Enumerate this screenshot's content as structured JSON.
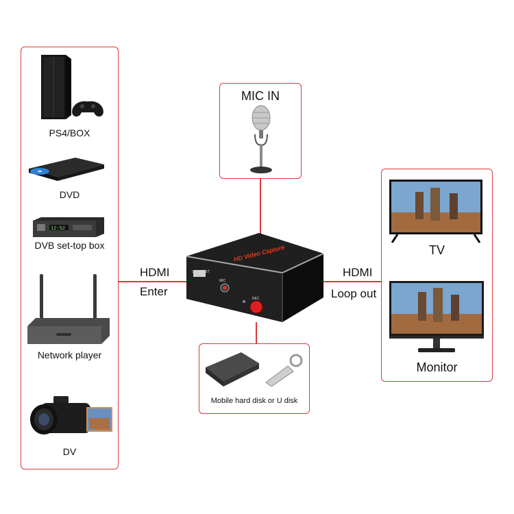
{
  "sources": {
    "ps4": "PS4/BOX",
    "dvd": "DVD",
    "dvb": "DVB set-top box",
    "network": "Network player",
    "dv": "DV"
  },
  "mic": {
    "label": "MIC IN"
  },
  "outputs": {
    "tv": "TV",
    "monitor": "Monitor"
  },
  "storage": {
    "label": "Mobile hard disk or U disk"
  },
  "connectors": {
    "in_line1": "HDMI",
    "in_line2": "Enter",
    "out_line1": "HDMI",
    "out_line2": "Loop out"
  },
  "device": {
    "brand": "HD Video Capture",
    "usb_label": "USB-HOST",
    "mic_port_label": "MIC",
    "rec_label": "REC"
  },
  "colors": {
    "accent": "#d9393c",
    "device_body": "#1c1c1c"
  }
}
